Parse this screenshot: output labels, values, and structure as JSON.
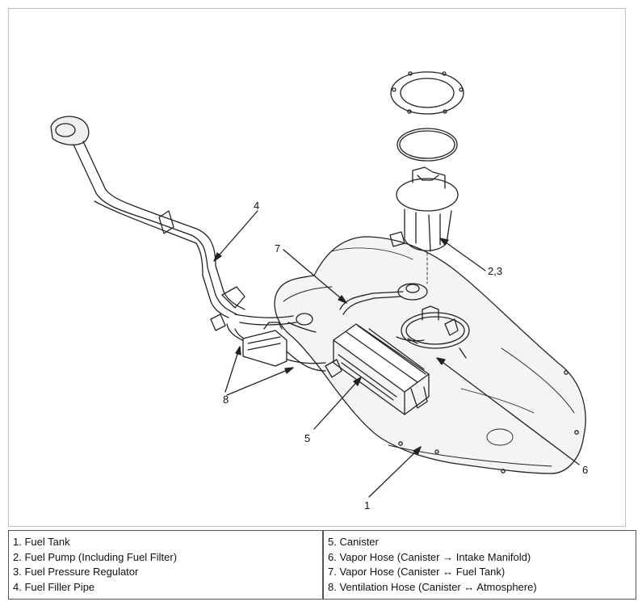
{
  "callouts": {
    "c1": "1",
    "c23": "2,3",
    "c4": "4",
    "c5": "5",
    "c6": "6",
    "c7": "7",
    "c8": "8"
  },
  "legend": {
    "left": [
      "1. Fuel Tank",
      "2. Fuel Pump (Including Fuel Filter)",
      "3. Fuel Pressure Regulator",
      "4. Fuel Filler Pipe"
    ],
    "right": [
      "5. Canister",
      "6. Vapor Hose (Canister → Intake Manifold)",
      "7. Vapor Hose (Canister ↔ Fuel Tank)",
      "8. Ventilation Hose (Canister ↔ Atmosphere)"
    ]
  }
}
